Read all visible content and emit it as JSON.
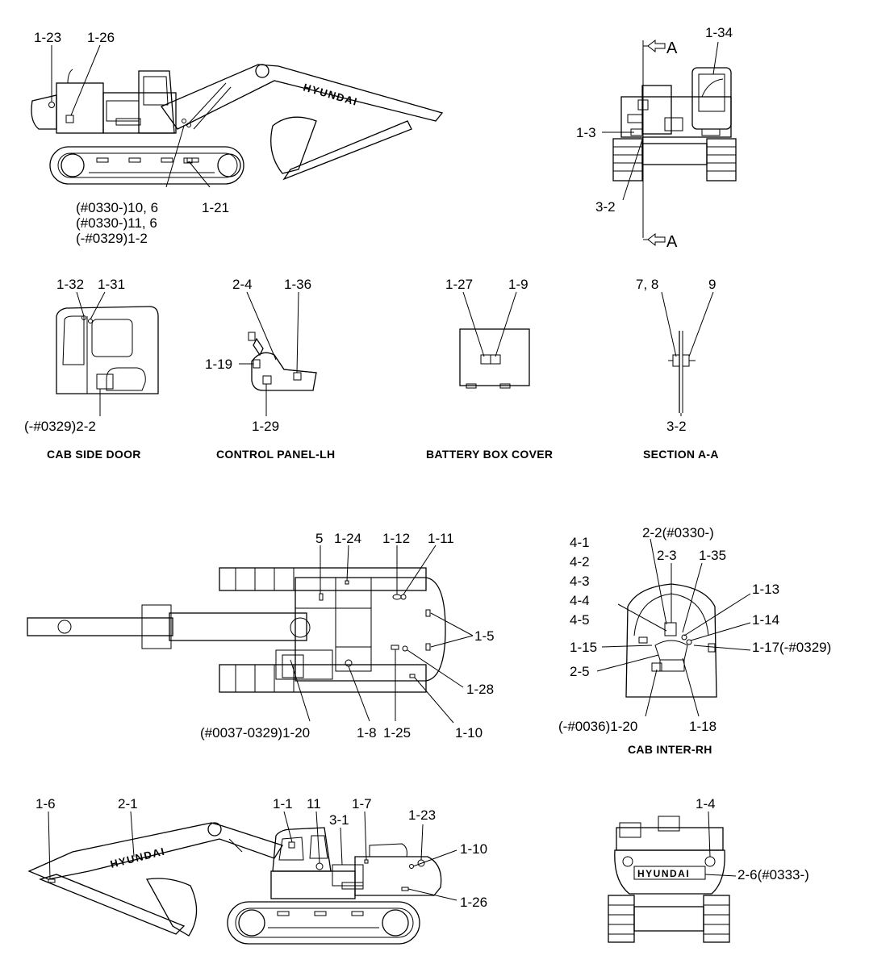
{
  "brand": "HYUNDAI",
  "section_marker": "A",
  "views": {
    "left_side": {
      "labels": {
        "l1": "1-23",
        "l2": "1-26",
        "l3": "(#0330-)10, 6",
        "l4": "(#0330-)11, 6",
        "l5": "(-#0329)1-2",
        "l6": "1-21"
      }
    },
    "front": {
      "labels": {
        "l1": "1-34",
        "l2": "1-3",
        "l3": "3-2"
      }
    },
    "cab_side_door": {
      "caption": "CAB SIDE DOOR",
      "labels": {
        "l1": "1-32",
        "l2": "1-31",
        "l3": "(-#0329)2-2"
      }
    },
    "control_panel_lh": {
      "caption": "CONTROL PANEL-LH",
      "labels": {
        "l1": "2-4",
        "l2": "1-36",
        "l3": "1-19",
        "l4": "1-29"
      }
    },
    "battery_box_cover": {
      "caption": "BATTERY BOX COVER",
      "labels": {
        "l1": "1-27",
        "l2": "1-9"
      }
    },
    "section_a_a": {
      "caption": "SECTION A-A",
      "labels": {
        "l1": "7, 8",
        "l2": "9",
        "l3": "3-2"
      }
    },
    "top": {
      "labels": {
        "l1": "5",
        "l2": "1-24",
        "l3": "1-12",
        "l4": "1-11",
        "l5": "1-5",
        "l6": "1-28",
        "l7": "(#0037-0329)1-20",
        "l8": "1-8",
        "l9": "1-25",
        "l10": "1-10"
      }
    },
    "cab_inter_rh": {
      "caption": "CAB INTER-RH",
      "labels": {
        "l1": "4-1",
        "l2": "4-2",
        "l3": "4-3",
        "l4": "4-4",
        "l5": "4-5",
        "l6": "2-2(#0330-)",
        "l7": "2-3",
        "l8": "1-35",
        "l9": "1-13",
        "l10": "1-14",
        "l11": "1-15",
        "l12": "1-17(-#0329)",
        "l13": "2-5",
        "l14": "(-#0036)1-20",
        "l15": "1-18"
      }
    },
    "right_side": {
      "labels": {
        "l1": "1-6",
        "l2": "2-1",
        "l3": "1-1",
        "l4": "11",
        "l5": "3-1",
        "l6": "1-7",
        "l7": "1-23",
        "l8": "1-10",
        "l9": "1-26"
      }
    },
    "rear": {
      "labels": {
        "l1": "1-4",
        "l2": "2-6(#0333-)"
      }
    }
  }
}
